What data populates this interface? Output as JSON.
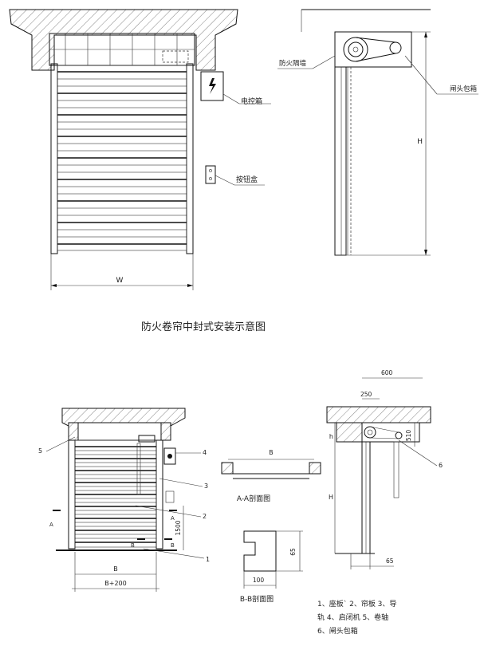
{
  "top_view": {
    "callout_control_box": "电控箱",
    "callout_button_box": "按钮盒",
    "dim_width": "W"
  },
  "side_view": {
    "callout_fire_plate": "防火隔墙",
    "callout_head_box": "闸头包箱",
    "dim_height": "H"
  },
  "caption": "防火卷帘中封式安装示意图",
  "bottom_front": {
    "labels": [
      "5",
      "4",
      "3",
      "2",
      "1"
    ],
    "section_a": "A",
    "section_b": "B",
    "dim_1500": "1500",
    "dim_b": "B",
    "dim_b200": "B+200"
  },
  "section_aa": {
    "dim_b": "B",
    "caption": "A-A剖面图"
  },
  "section_bb": {
    "dim_65": "65",
    "dim_100": "100",
    "caption": "B-B剖面图"
  },
  "bottom_side": {
    "dim_600": "600",
    "dim_250": "250",
    "dim_510": "510",
    "dim_h": "h",
    "dim_H": "H",
    "dim_65": "65",
    "label_6": "6"
  },
  "legend": {
    "line1": "1、座板`  2、帘板  3、导",
    "line2": "轨  4、启闭机   5、卷轴",
    "line3": "6、闸头包箱"
  }
}
